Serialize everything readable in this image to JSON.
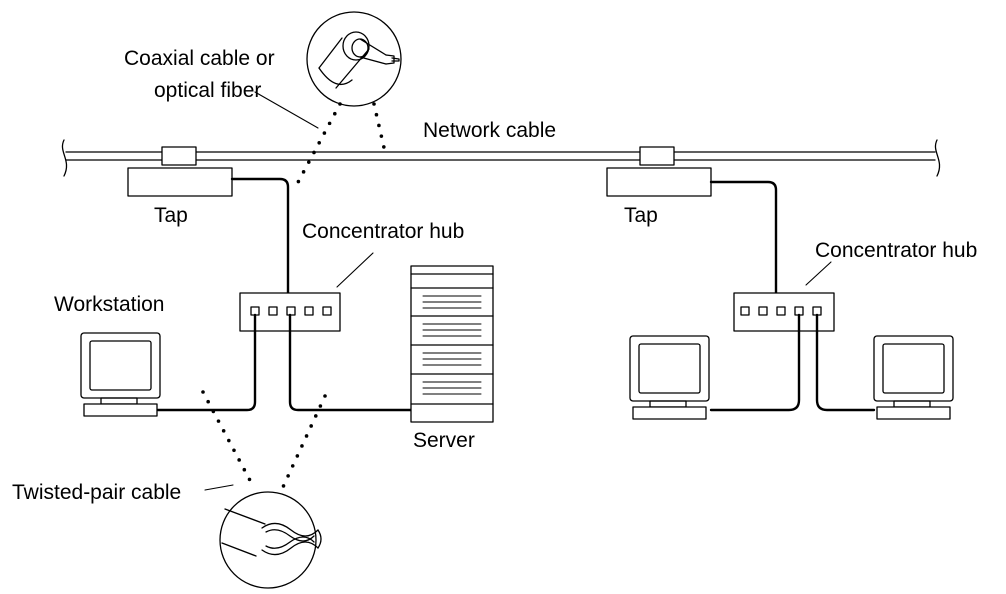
{
  "diagram": {
    "labels": {
      "coax_line1": "Coaxial cable or",
      "coax_line2": "optical fiber",
      "network_cable": "Network cable",
      "tap_left": "Tap",
      "tap_right": "Tap",
      "hub_left": "Concentrator hub",
      "hub_right": "Concentrator hub",
      "workstation": "Workstation",
      "server": "Server",
      "twisted_pair": "Twisted-pair cable"
    }
  }
}
